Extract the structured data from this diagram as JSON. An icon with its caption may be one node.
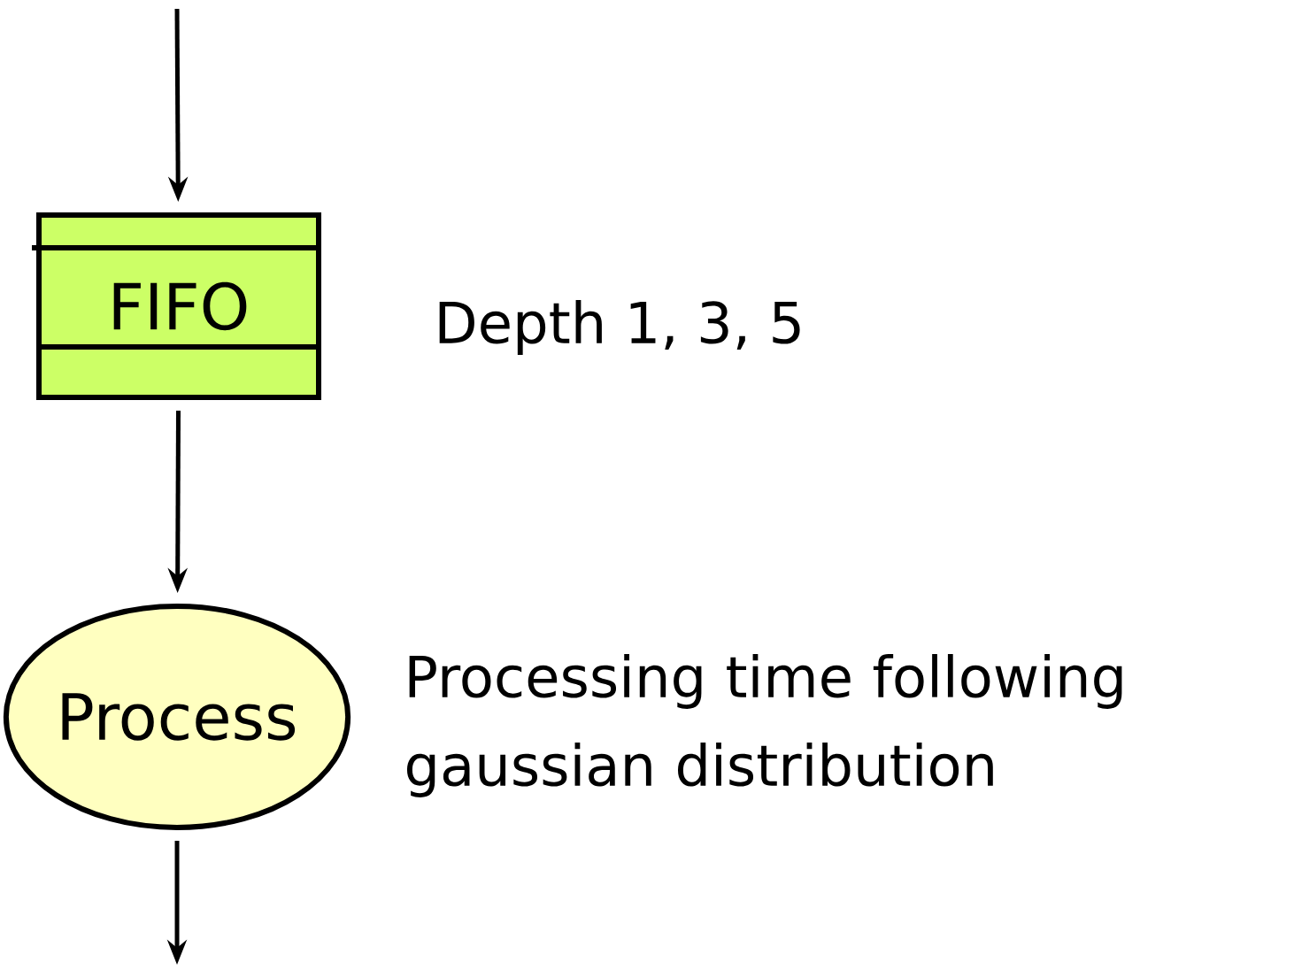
{
  "diagram": {
    "nodes": [
      {
        "text": [
          "FIFO"
        ],
        "beside": [
          "Depth 1, 3, 5"
        ]
      },
      {
        "text": [
          "Process"
        ],
        "beside": [
          "Processing time following gaussian distribution"
        ]
      }
    ],
    "edges": [
      {
        "from": null,
        "to": 0,
        "arrow": "to"
      },
      {
        "from": 0,
        "to": 1,
        "arrow": "to"
      },
      {
        "from": 1,
        "to": null,
        "arrow": "to"
      }
    ]
  }
}
